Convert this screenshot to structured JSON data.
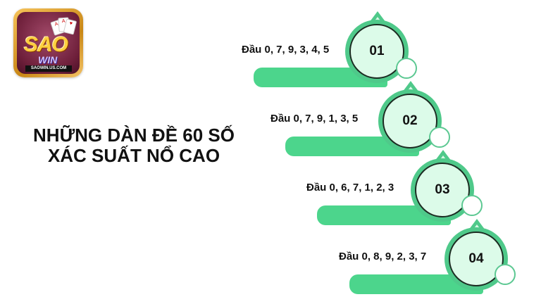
{
  "logo": {
    "brand_text": "SAO",
    "brand_sub": "WIN",
    "url_text": "SAOWIN.US.COM",
    "colors": {
      "frame": "#d89a2a",
      "background": "#7a2442"
    }
  },
  "title": {
    "line1": "NHỮNG DÀN ĐỀ 60 SỐ",
    "line2": "XÁC SUẤT NỔ CAO"
  },
  "steps": [
    {
      "number": "01",
      "label": "Đầu 0, 7, 9, 3, 4, 5"
    },
    {
      "number": "02",
      "label": "Đầu 0, 7, 9, 1, 3, 5"
    },
    {
      "number": "03",
      "label": "Đầu 0, 6, 7, 1, 2, 3"
    },
    {
      "number": "04",
      "label": "Đầu 0, 8, 9, 2, 3, 7"
    }
  ],
  "colors": {
    "accent_green": "#4cd58c",
    "circle_fill": "#dcfbe9",
    "text": "#111111"
  }
}
